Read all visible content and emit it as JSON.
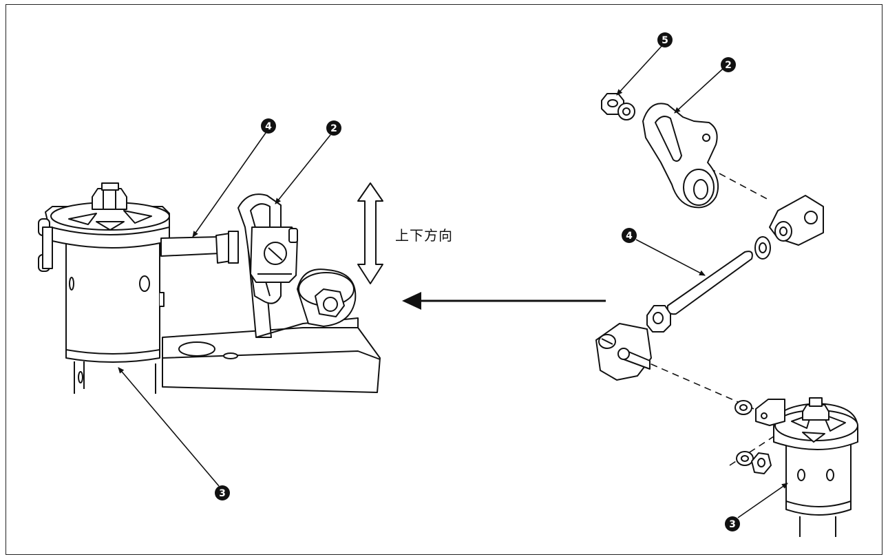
{
  "diagram": {
    "direction_label": "上下方向",
    "callouts": [
      {
        "id": "left-4",
        "num": "4",
        "glyph": "❹"
      },
      {
        "id": "left-2",
        "num": "2",
        "glyph": "❷"
      },
      {
        "id": "left-3",
        "num": "3",
        "glyph": "❸"
      },
      {
        "id": "right-5",
        "num": "5",
        "glyph": "❺"
      },
      {
        "id": "right-2",
        "num": "2",
        "glyph": "❷"
      },
      {
        "id": "right-4",
        "num": "4",
        "glyph": "❹"
      },
      {
        "id": "right-3",
        "num": "3",
        "glyph": "❸"
      }
    ],
    "colors": {
      "line": "#111111",
      "fill": "#ffffff",
      "callout_bg": "#111111",
      "callout_text": "#ffffff"
    }
  }
}
